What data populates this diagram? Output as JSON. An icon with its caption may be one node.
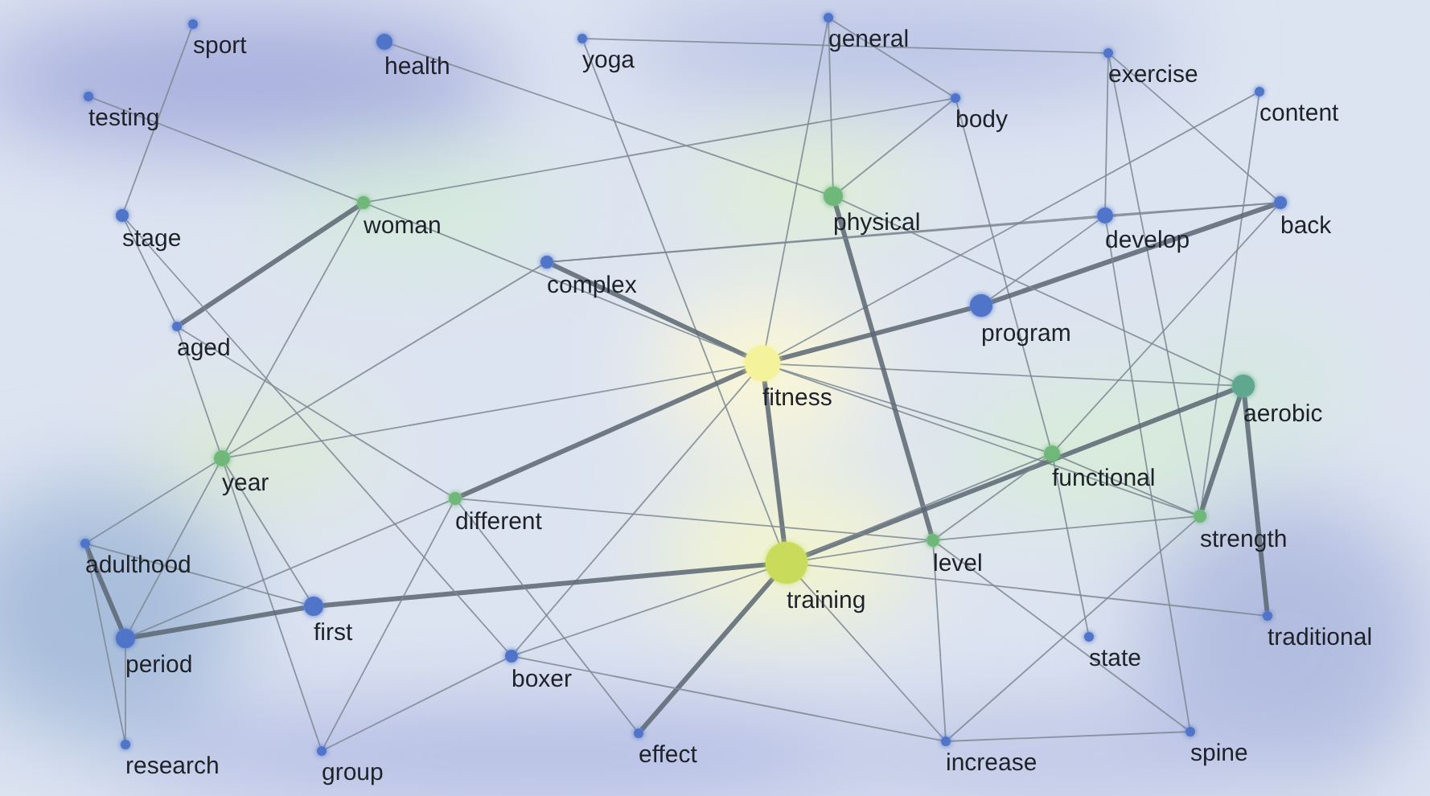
{
  "diagram": {
    "nodes": [
      {
        "text": [
          "sport"
        ]
      },
      {
        "text": [
          "health"
        ]
      },
      {
        "text": [
          "yoga"
        ]
      },
      {
        "text": [
          "general"
        ]
      },
      {
        "text": [
          "testing"
        ]
      },
      {
        "text": [
          "body"
        ]
      },
      {
        "text": [
          "exercise"
        ]
      },
      {
        "text": [
          "content"
        ]
      },
      {
        "text": [
          "stage"
        ]
      },
      {
        "text": [
          "woman"
        ]
      },
      {
        "text": [
          "physical"
        ]
      },
      {
        "text": [
          "develop"
        ]
      },
      {
        "text": [
          "back"
        ]
      },
      {
        "text": [
          "complex"
        ]
      },
      {
        "text": [
          "aged"
        ]
      },
      {
        "text": [
          "fitness"
        ]
      },
      {
        "text": [
          "program"
        ]
      },
      {
        "text": [
          "aerobic"
        ]
      },
      {
        "text": [
          "year"
        ]
      },
      {
        "text": [
          "different"
        ]
      },
      {
        "text": [
          "functional"
        ]
      },
      {
        "text": [
          "adulthood"
        ]
      },
      {
        "text": [
          "strength"
        ]
      },
      {
        "text": [
          "level"
        ]
      },
      {
        "text": [
          "training"
        ]
      },
      {
        "text": [
          "first"
        ]
      },
      {
        "text": [
          "period"
        ]
      },
      {
        "text": [
          "traditional"
        ]
      },
      {
        "text": [
          "boxer"
        ]
      },
      {
        "text": [
          "state"
        ]
      },
      {
        "text": [
          "research"
        ]
      },
      {
        "text": [
          "group"
        ]
      },
      {
        "text": [
          "effect"
        ]
      },
      {
        "text": [
          "increase"
        ]
      },
      {
        "text": [
          "spine"
        ]
      }
    ],
    "edges": [
      {
        "from": 0,
        "to": 8,
        "arrow": "none"
      },
      {
        "from": 4,
        "to": 9,
        "arrow": "none"
      },
      {
        "from": 1,
        "to": 10,
        "arrow": "none"
      },
      {
        "from": 2,
        "to": 6,
        "arrow": "none"
      },
      {
        "from": 2,
        "to": 24,
        "arrow": "none"
      },
      {
        "from": 3,
        "to": 5,
        "arrow": "none"
      },
      {
        "from": 3,
        "to": 15,
        "arrow": "none"
      },
      {
        "from": 3,
        "to": 10,
        "arrow": "none"
      },
      {
        "from": 5,
        "to": 10,
        "arrow": "none"
      },
      {
        "from": 5,
        "to": 20,
        "arrow": "none"
      },
      {
        "from": 6,
        "to": 11,
        "arrow": "none"
      },
      {
        "from": 6,
        "to": 12,
        "arrow": "none"
      },
      {
        "from": 6,
        "to": 22,
        "arrow": "none"
      },
      {
        "from": 7,
        "to": 15,
        "arrow": "none"
      },
      {
        "from": 7,
        "to": 22,
        "arrow": "none"
      },
      {
        "from": 12,
        "to": 11,
        "arrow": "none"
      },
      {
        "from": 12,
        "to": 16,
        "arrow": "none",
        "style": "thick"
      },
      {
        "from": 12,
        "to": 20,
        "arrow": "none"
      },
      {
        "from": 11,
        "to": 16,
        "arrow": "none"
      },
      {
        "from": 11,
        "to": 13,
        "arrow": "none"
      },
      {
        "from": 11,
        "to": 34,
        "arrow": "none"
      },
      {
        "from": 16,
        "to": 15,
        "arrow": "none",
        "style": "thick"
      },
      {
        "from": 15,
        "to": 13,
        "arrow": "none",
        "style": "thick"
      },
      {
        "from": 15,
        "to": 9,
        "arrow": "none"
      },
      {
        "from": 15,
        "to": 18,
        "arrow": "none"
      },
      {
        "from": 15,
        "to": 19,
        "arrow": "none",
        "style": "thick"
      },
      {
        "from": 15,
        "to": 24,
        "arrow": "none",
        "style": "thick"
      },
      {
        "from": 15,
        "to": 20,
        "arrow": "none"
      },
      {
        "from": 15,
        "to": 17,
        "arrow": "none"
      },
      {
        "from": 15,
        "to": 22,
        "arrow": "none"
      },
      {
        "from": 15,
        "to": 28,
        "arrow": "none"
      },
      {
        "from": 10,
        "to": 23,
        "arrow": "none",
        "style": "thick"
      },
      {
        "from": 10,
        "to": 17,
        "arrow": "none"
      },
      {
        "from": 13,
        "to": 12,
        "arrow": "none"
      },
      {
        "from": 17,
        "to": 24,
        "arrow": "none",
        "style": "thick"
      },
      {
        "from": 17,
        "to": 22,
        "arrow": "none",
        "style": "thick"
      },
      {
        "from": 17,
        "to": 27,
        "arrow": "none",
        "style": "thick"
      },
      {
        "from": 20,
        "to": 24,
        "arrow": "none"
      },
      {
        "from": 20,
        "to": 23,
        "arrow": "none"
      },
      {
        "from": 20,
        "to": 29,
        "arrow": "none"
      },
      {
        "from": 20,
        "to": 22,
        "arrow": "none"
      },
      {
        "from": 23,
        "to": 24,
        "arrow": "none"
      },
      {
        "from": 23,
        "to": 22,
        "arrow": "none"
      },
      {
        "from": 23,
        "to": 34,
        "arrow": "none"
      },
      {
        "from": 23,
        "to": 33,
        "arrow": "none"
      },
      {
        "from": 19,
        "to": 23,
        "arrow": "none"
      },
      {
        "from": 24,
        "to": 25,
        "arrow": "none",
        "style": "thick"
      },
      {
        "from": 24,
        "to": 28,
        "arrow": "none"
      },
      {
        "from": 24,
        "to": 32,
        "arrow": "none",
        "style": "thick"
      },
      {
        "from": 24,
        "to": 33,
        "arrow": "none"
      },
      {
        "from": 24,
        "to": 27,
        "arrow": "none"
      },
      {
        "from": 22,
        "to": 33,
        "arrow": "none"
      },
      {
        "from": 33,
        "to": 34,
        "arrow": "none"
      },
      {
        "from": 18,
        "to": 9,
        "arrow": "none"
      },
      {
        "from": 18,
        "to": 14,
        "arrow": "none"
      },
      {
        "from": 18,
        "to": 21,
        "arrow": "none"
      },
      {
        "from": 18,
        "to": 26,
        "arrow": "none"
      },
      {
        "from": 18,
        "to": 25,
        "arrow": "none"
      },
      {
        "from": 18,
        "to": 31,
        "arrow": "none"
      },
      {
        "from": 14,
        "to": 9,
        "arrow": "none",
        "style": "thick"
      },
      {
        "from": 8,
        "to": 14,
        "arrow": "none"
      },
      {
        "from": 8,
        "to": 28,
        "arrow": "none"
      },
      {
        "from": 14,
        "to": 19,
        "arrow": "none"
      },
      {
        "from": 21,
        "to": 26,
        "arrow": "none",
        "style": "thick"
      },
      {
        "from": 21,
        "to": 25,
        "arrow": "none"
      },
      {
        "from": 21,
        "to": 30,
        "arrow": "none"
      },
      {
        "from": 26,
        "to": 30,
        "arrow": "none"
      },
      {
        "from": 26,
        "to": 25,
        "arrow": "none",
        "style": "thick"
      },
      {
        "from": 26,
        "to": 19,
        "arrow": "none"
      },
      {
        "from": 19,
        "to": 31,
        "arrow": "none"
      },
      {
        "from": 19,
        "to": 32,
        "arrow": "none"
      },
      {
        "from": 28,
        "to": 33,
        "arrow": "none"
      },
      {
        "from": 28,
        "to": 31,
        "arrow": "none"
      },
      {
        "from": 9,
        "to": 5,
        "arrow": "none"
      },
      {
        "from": 13,
        "to": 18,
        "arrow": "none"
      }
    ]
  }
}
